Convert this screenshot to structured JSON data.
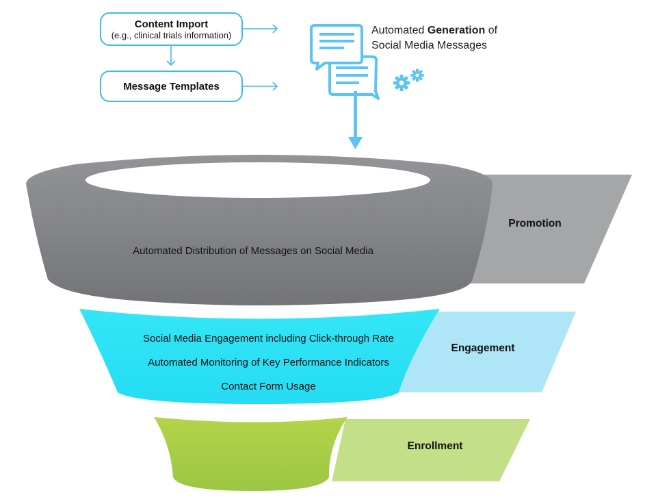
{
  "inputs": {
    "content_import": {
      "title": "Content Import",
      "subtitle": "(e.g., clinical trials information)"
    },
    "message_templates": {
      "title": "Message Templates"
    }
  },
  "generation": {
    "line1_pre": "Automated ",
    "line1_bold": "Generation",
    "line1_post": " of",
    "line2": "Social Media Messages",
    "icons": [
      "chat-bubbles-icon",
      "gears-icon"
    ]
  },
  "funnel": {
    "promotion": {
      "label": "Promotion",
      "items": [
        "Automated Distribution of Messages on Social Media"
      ],
      "color": "#858689",
      "band_color": "#a5a6a8"
    },
    "engagement": {
      "label": "Engagement",
      "items": [
        "Social Media Engagement including Click-through Rate",
        "Automated Monitoring of Key Performance Indicators",
        "Contact Form Usage"
      ],
      "color": "#2de4f6",
      "band_color": "#aee6f7"
    },
    "enrollment": {
      "label": "Enrollment",
      "items": [],
      "color": "#a6cd45",
      "band_color": "#c3df88"
    }
  },
  "colors": {
    "accent": "#3cb9ec",
    "icon": "#5bc4f3"
  }
}
